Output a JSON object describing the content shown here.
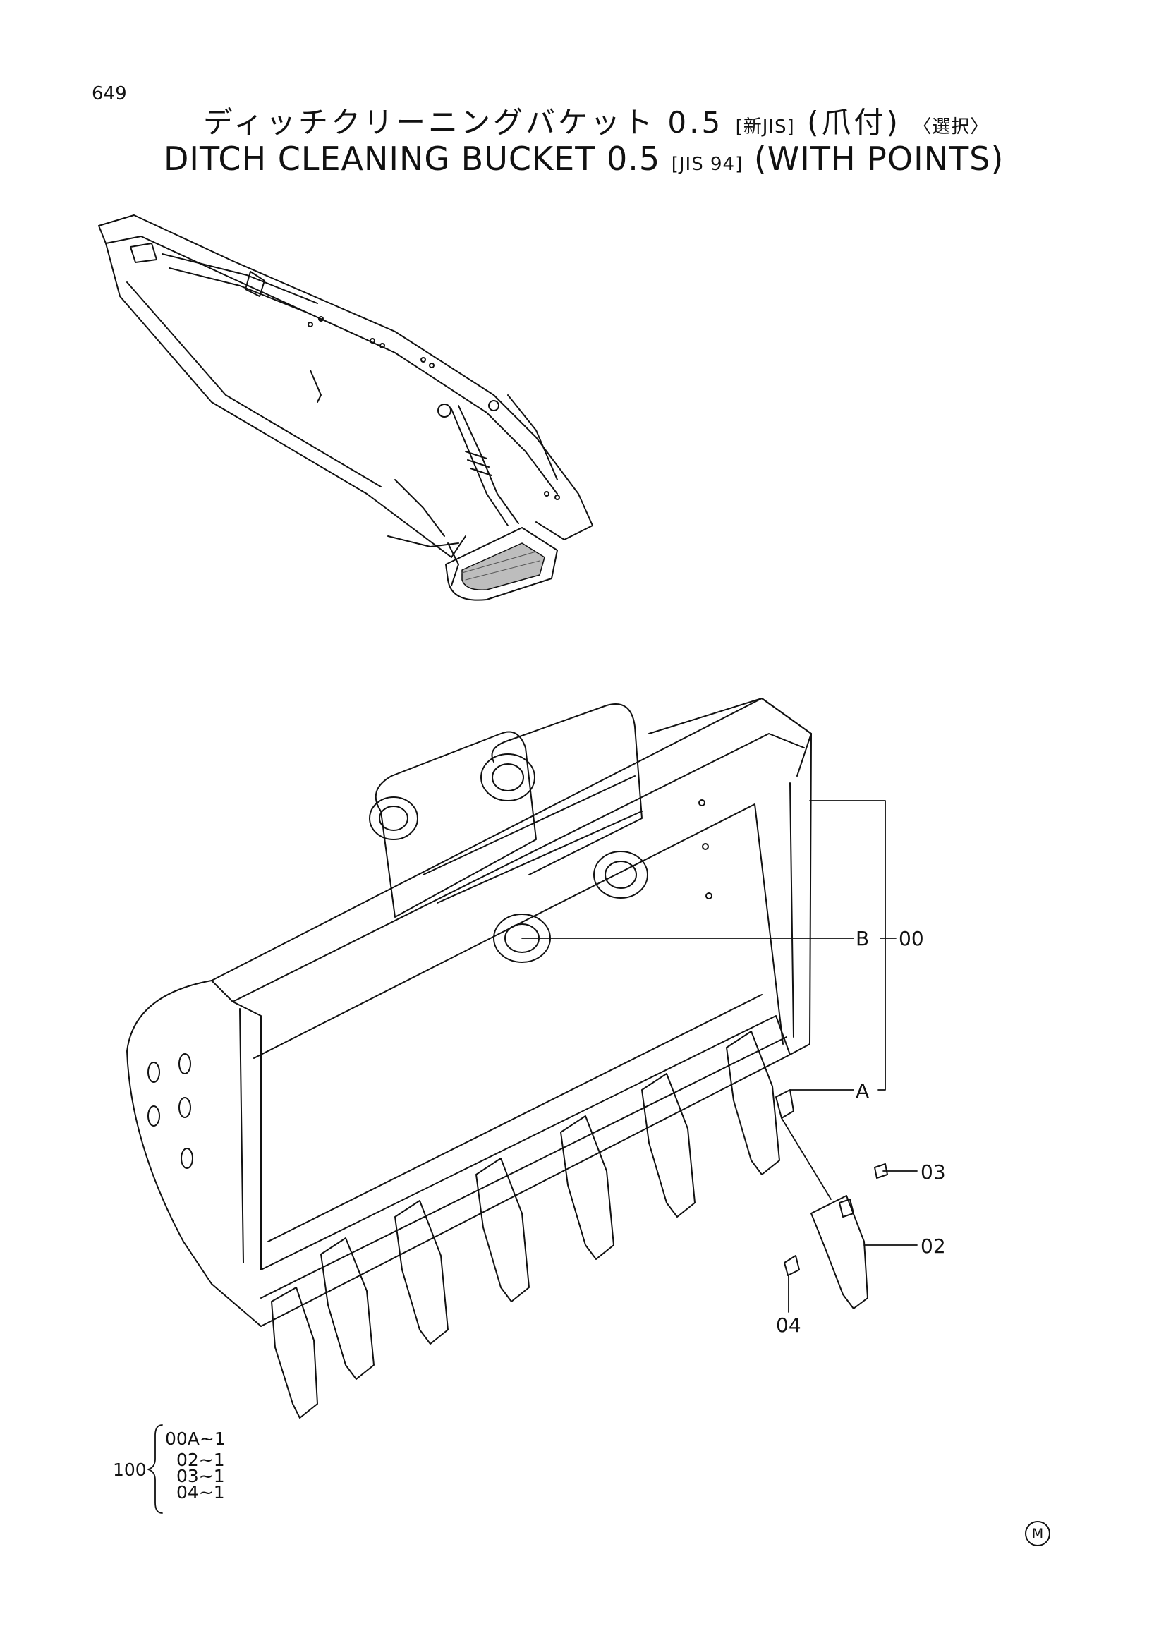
{
  "page": {
    "number": "649"
  },
  "title": {
    "japanese": "ディッチクリーニングバケット 0.5",
    "japanese_std": "[新JIS]",
    "japanese_points": "(爪付)",
    "japanese_option": "〈選択〉",
    "english": "DITCH CLEANING BUCKET 0.5",
    "english_std": "[JIS 94]",
    "english_points": "(WITH POINTS)"
  },
  "callouts": {
    "label_b": "B",
    "part_00": "00",
    "label_a": "A",
    "part_03": "03",
    "part_02": "02",
    "part_04": "04"
  },
  "kit": {
    "number": "100",
    "items": [
      "00A~1",
      "02~1",
      "03~1",
      "04~1"
    ]
  },
  "maker_mark": "M"
}
